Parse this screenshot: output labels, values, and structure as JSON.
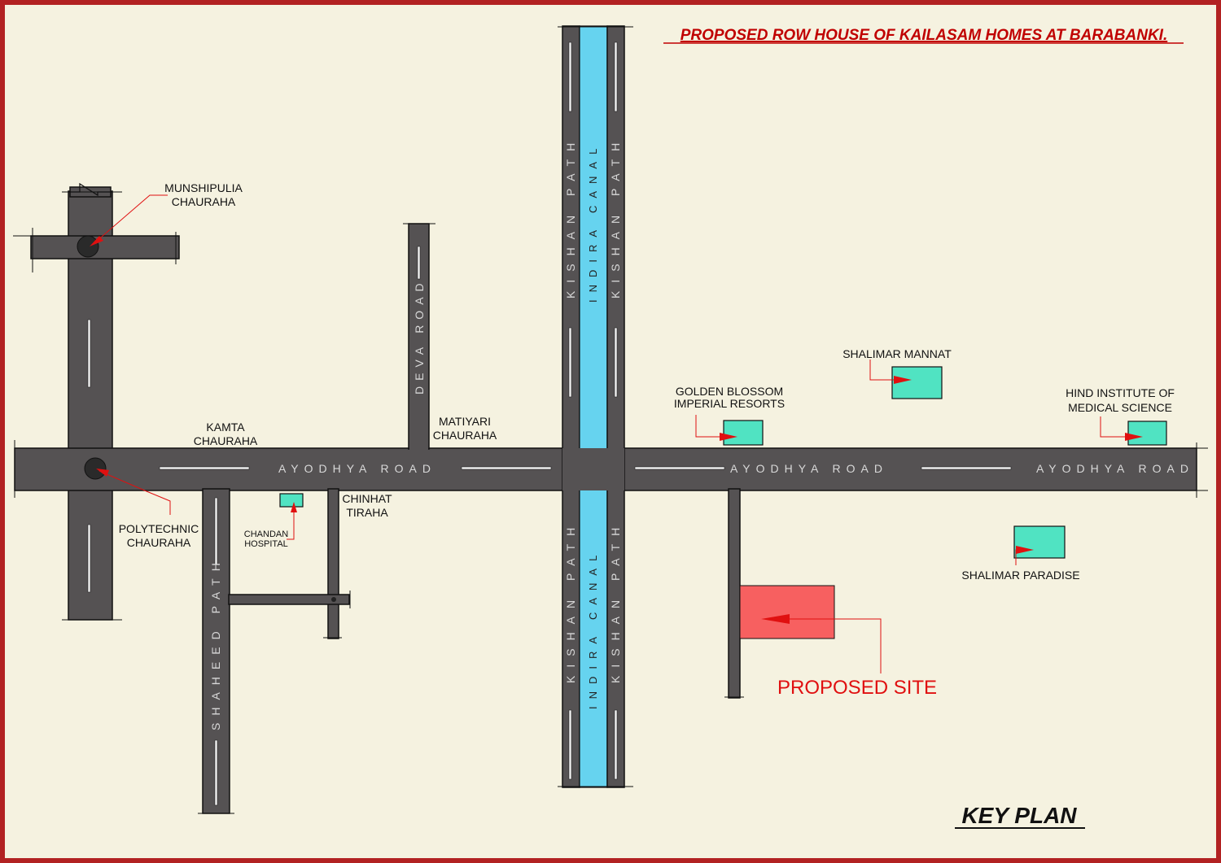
{
  "title": "PROPOSED  ROW HOUSE OF KAILASAM HOMES AT BARABANKI.",
  "footer_title": "KEY PLAN",
  "roads": {
    "ayodhya_road": "AYODHYA ROAD",
    "deva_road": "DEVA ROAD",
    "kishan_path": "KISHAN PATH",
    "indira_canal": "INDIRA CANAL",
    "shaheed_path": "SHAHEED PATH"
  },
  "landmarks": {
    "munshipulia": [
      "MUNSHIPULIA",
      "CHAURAHA"
    ],
    "kamta": [
      "KAMTA",
      "CHAURAHA"
    ],
    "polytechnic": [
      "POLYTECHNIC",
      "CHAURAHA"
    ],
    "matiyari": [
      "MATIYARI",
      "CHAURAHA"
    ],
    "chinhat": [
      "CHINHAT",
      "TIRAHA"
    ],
    "chandan": [
      "CHANDAN",
      "HOSPITAL"
    ],
    "golden_blossom": [
      "GOLDEN BLOSSOM",
      "IMPERIAL RESORTS"
    ],
    "shalimar_mannat": "SHALIMAR MANNAT",
    "hind_institute": [
      "HIND INSTITUTE OF",
      "MEDICAL SCIENCE"
    ],
    "shalimar_paradise": "SHALIMAR PARADISE",
    "proposed_site": "PROPOSED SITE"
  },
  "colors": {
    "border": "#b22222",
    "background": "#f5f2e0",
    "road": "#555253",
    "canal": "#66d3ef",
    "landmark": "#50e3c2",
    "site": "#f76060",
    "title": "#c00000"
  }
}
